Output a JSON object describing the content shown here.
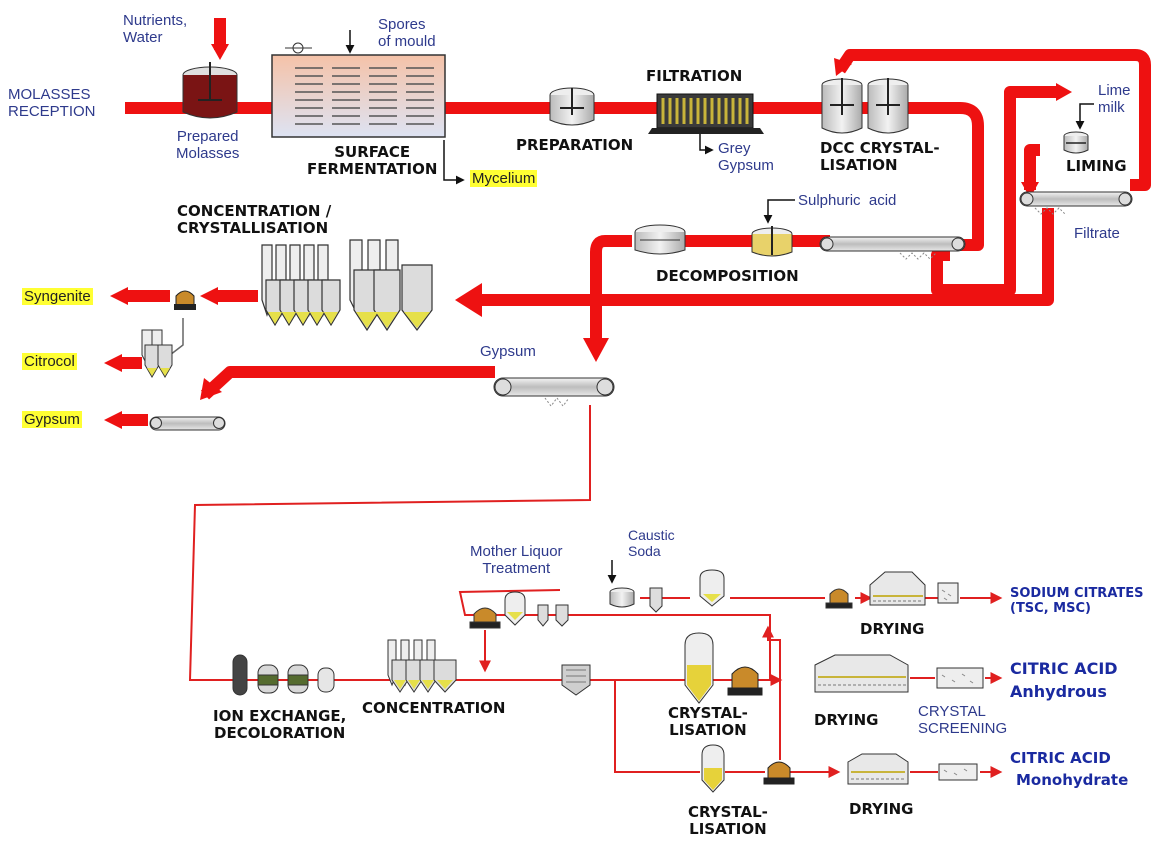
{
  "labels": {
    "molasses_reception": "MOLASSES\nRECEPTION",
    "nutrients_water": "Nutrients,\nWater",
    "spores_of_mould": "Spores\nof mould",
    "prepared_molasses": "Prepared\nMolasses",
    "surface_fermentation": "SURFACE\nFERMENTATION",
    "preparation": "PREPARATION",
    "filtration": "FILTRATION",
    "grey_gypsum": "Grey\nGypsum",
    "dcc_crystallisation": "DCC CRYSTAL-\nLISATION",
    "lime_milk": "Lime\nmilk",
    "liming": "LIMING",
    "filtrate": "Filtrate",
    "sulphuric_acid": "Sulphuric  acid",
    "decomposition": "DECOMPOSITION",
    "concentration_crystallisation": "CONCENTRATION /\nCRYSTALLISATION",
    "gypsum_label": "Gypsum",
    "caustic_soda": "Caustic\nSoda",
    "mother_liquor_treatment": "Mother Liquor\nTreatment",
    "ion_exchange": "ION EXCHANGE,\nDECOLORATION",
    "concentration": "CONCENTRATION",
    "crystallisation_1": "CRYSTAL-\nLISATION",
    "crystallisation_2": "CRYSTAL-\nLISATION",
    "drying_1": "DRYING",
    "drying_2": "DRYING",
    "drying_3": "DRYING",
    "crystal_screening": "CRYSTAL\nSCREENING"
  },
  "outputs": {
    "mycelium": "Mycelium",
    "syngenite": "Syngenite",
    "citrocol": "Citrocol",
    "gypsum": "Gypsum"
  },
  "products": {
    "sodium_citrates": "SODIUM CITRATES\n(TSC, MSC)",
    "citric_anhydrous_line1": "CITRIC ACID",
    "citric_anhydrous_line2": "Anhydrous",
    "citric_monohydrate_line1": "CITRIC ACID",
    "citric_monohydrate_line2": "Monohydrate"
  },
  "colors": {
    "main_flow": "#ee1111",
    "thin_flow": "#e02020",
    "highlight": "#ffff33",
    "label_blue": "#2e3a8c",
    "product_blue": "#1a2aa0"
  }
}
